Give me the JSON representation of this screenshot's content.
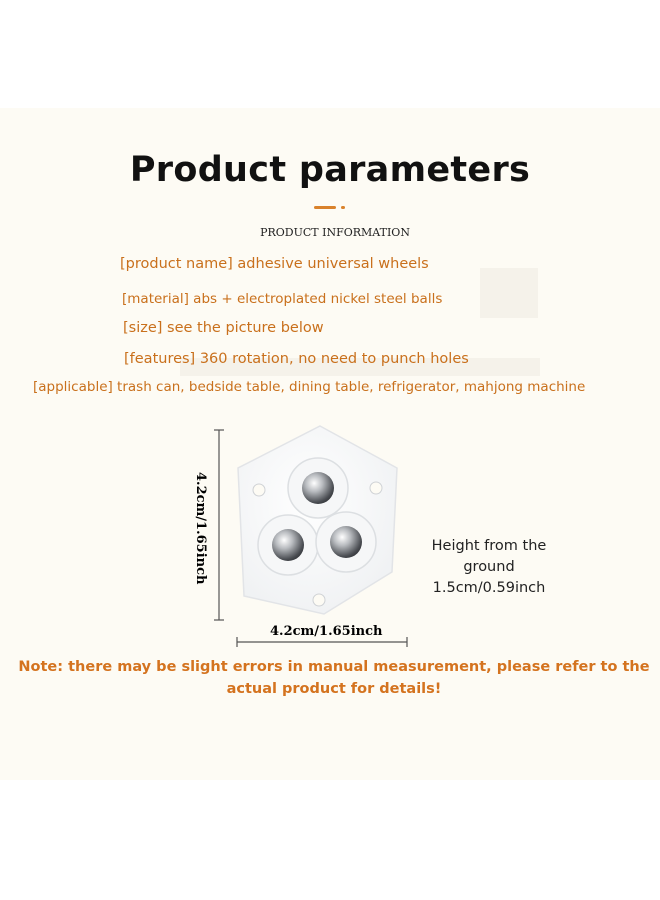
{
  "title": "Product parameters",
  "subtitle": "PRODUCT INFORMATION",
  "info": {
    "product_name": "[product name] adhesive universal wheels",
    "material": "[material] abs + electroplated nickel steel balls",
    "size": "[size] see the picture below",
    "features": "[features] 360 rotation, no need to punch holes",
    "applicable": "[applicable] trash can, bedside table, dining table, refrigerator, mahjong machine"
  },
  "diagram": {
    "height_dimension": "4.2cm/1.65inch",
    "width_dimension": "4.2cm/1.65inch"
  },
  "height_from_ground": {
    "line1": "Height from the",
    "line2": "ground",
    "line3": "1.5cm/0.59inch"
  },
  "note": "Note: there may be slight errors in manual measurement, please refer to the actual product for details!",
  "colors": {
    "accent": "#d9822b",
    "info_text": "#c9701c",
    "note_text": "#d4731f",
    "background": "#fdfbf4"
  }
}
